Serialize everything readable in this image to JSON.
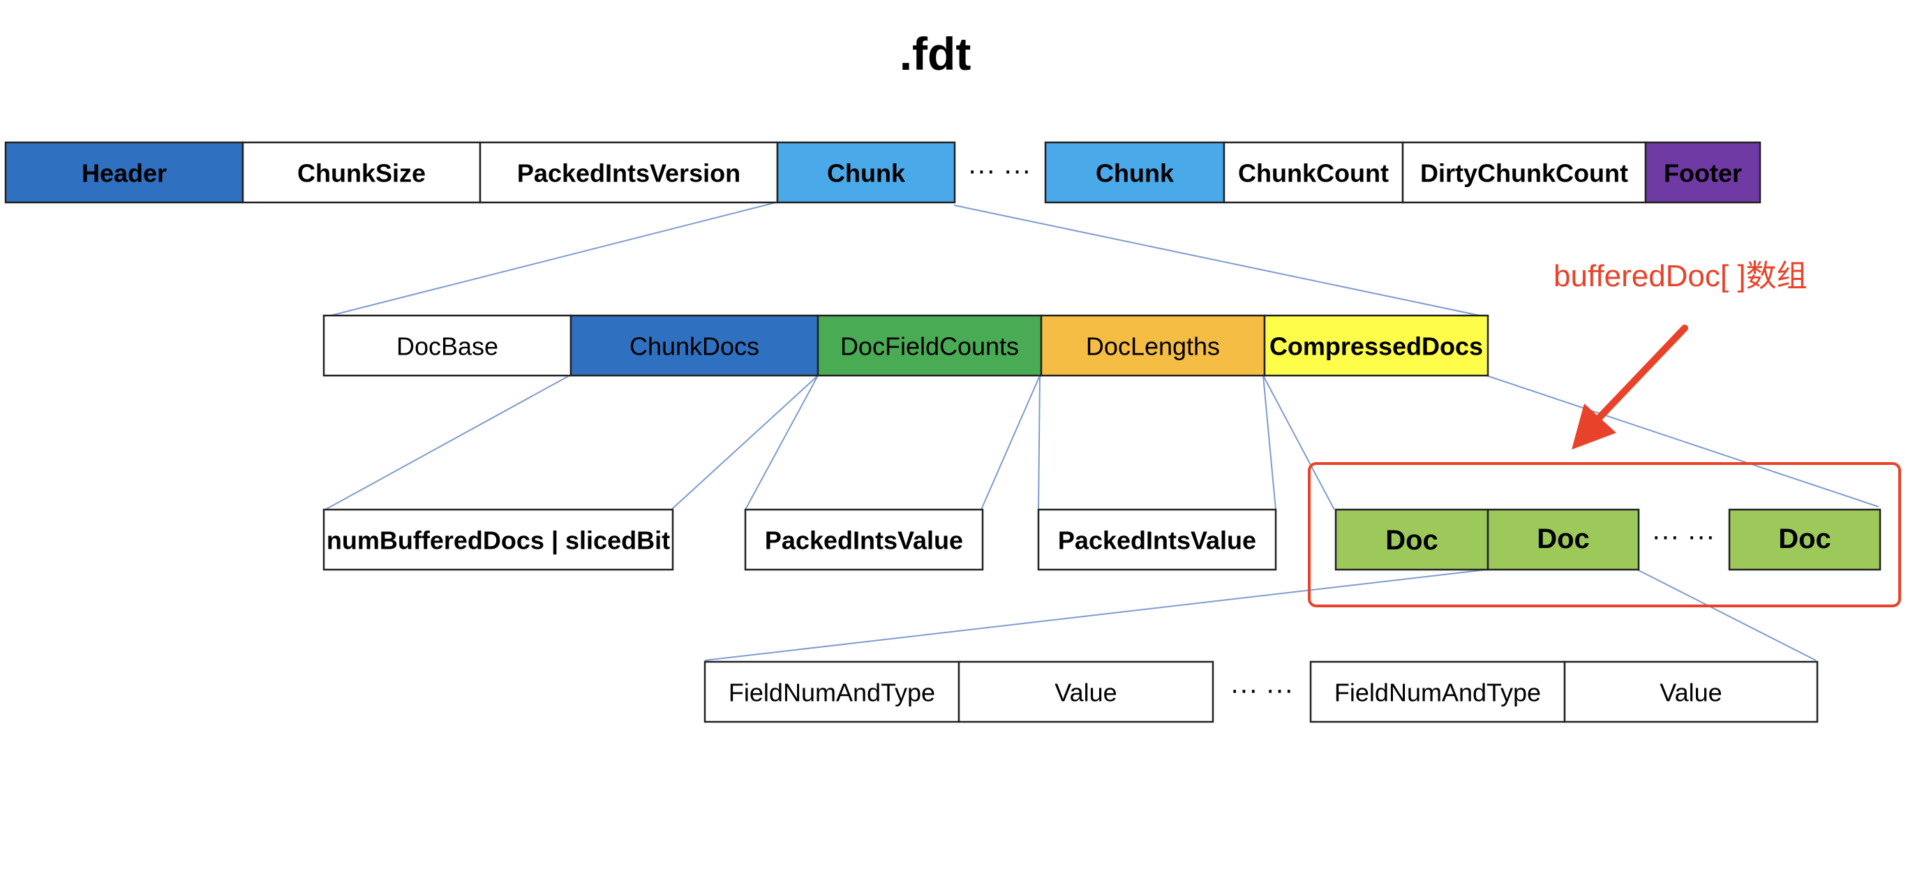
{
  "title": ".fdt",
  "colors": {
    "header": "#2f70c0",
    "chunk": "#4aa9e8",
    "footer": "#6f3aa3",
    "chunk_docs": "#2f70c0",
    "doc_field_counts": "#4aab55",
    "doc_lengths": "#f6bd45",
    "compressed_docs": "#fdfd4a",
    "doc": "#9dc95a",
    "annotation": "#e8432a",
    "connector": "#7f9ccf"
  },
  "fdt_row": {
    "header": "Header",
    "chunk_size": "ChunkSize",
    "packed_ints_version": "PackedIntsVersion",
    "chunk_first": "Chunk",
    "ellipsis": "··· ···",
    "chunk_last": "Chunk",
    "chunk_count": "ChunkCount",
    "dirty_chunk_count": "DirtyChunkCount",
    "footer": "Footer"
  },
  "chunk_row": {
    "doc_base": "DocBase",
    "chunk_docs": "ChunkDocs",
    "doc_field_counts": "DocFieldCounts",
    "doc_lengths": "DocLengths",
    "compressed_docs": "CompressedDocs"
  },
  "detail_row": {
    "num_buffered_docs": "numBufferedDocs | slicedBit",
    "packed_ints_value_1": "PackedIntsValue",
    "packed_ints_value_2": "PackedIntsValue",
    "doc_1": "Doc",
    "doc_2": "Doc",
    "ellipsis": "··· ···",
    "doc_3": "Doc"
  },
  "field_row": {
    "field_num_and_type_1": "FieldNumAndType",
    "value_1": "Value",
    "ellipsis": "··· ···",
    "field_num_and_type_2": "FieldNumAndType",
    "value_2": "Value"
  },
  "annotation": {
    "label": "bufferedDoc[ ]数组"
  }
}
